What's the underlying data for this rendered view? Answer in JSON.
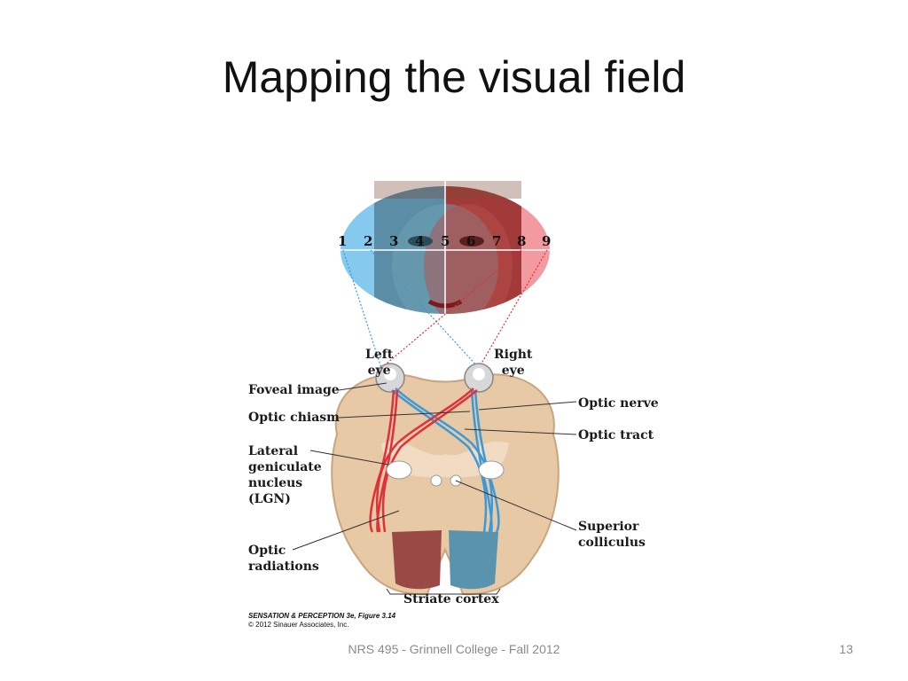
{
  "slide": {
    "title": "Mapping the visual field",
    "footer": "NRS 495 - Grinnell College - Fall 2012",
    "page_number": "13"
  },
  "figure": {
    "field_numbers": [
      "1",
      "2",
      "3",
      "4",
      "5",
      "6",
      "7",
      "8",
      "9"
    ],
    "labels": {
      "left_eye": "Left\neye",
      "right_eye": "Right\neye",
      "foveal_image": "Foveal image",
      "optic_chiasm": "Optic chiasm",
      "lgn": "Lateral\ngeniculate\nnucleus\n(LGN)",
      "optic_radiations": "Optic\nradiations",
      "optic_nerve": "Optic nerve",
      "optic_tract": "Optic tract",
      "superior_colliculus": "Superior\ncolliculus",
      "striate_cortex": "Striate cortex"
    },
    "credit_line1": "SENSATION & PERCEPTION 3e, Figure 3.14",
    "credit_line2": "© 2012 Sinauer Associates, Inc.",
    "colors": {
      "left_field": "#7ec4ea",
      "right_field": "#f0868f",
      "left_pathway": "#3a9ad9",
      "right_pathway": "#e0303a",
      "brain_tissue": "#e8c9a6",
      "cortex_left": "#9a4a44",
      "cortex_right": "#5a93ad"
    }
  }
}
